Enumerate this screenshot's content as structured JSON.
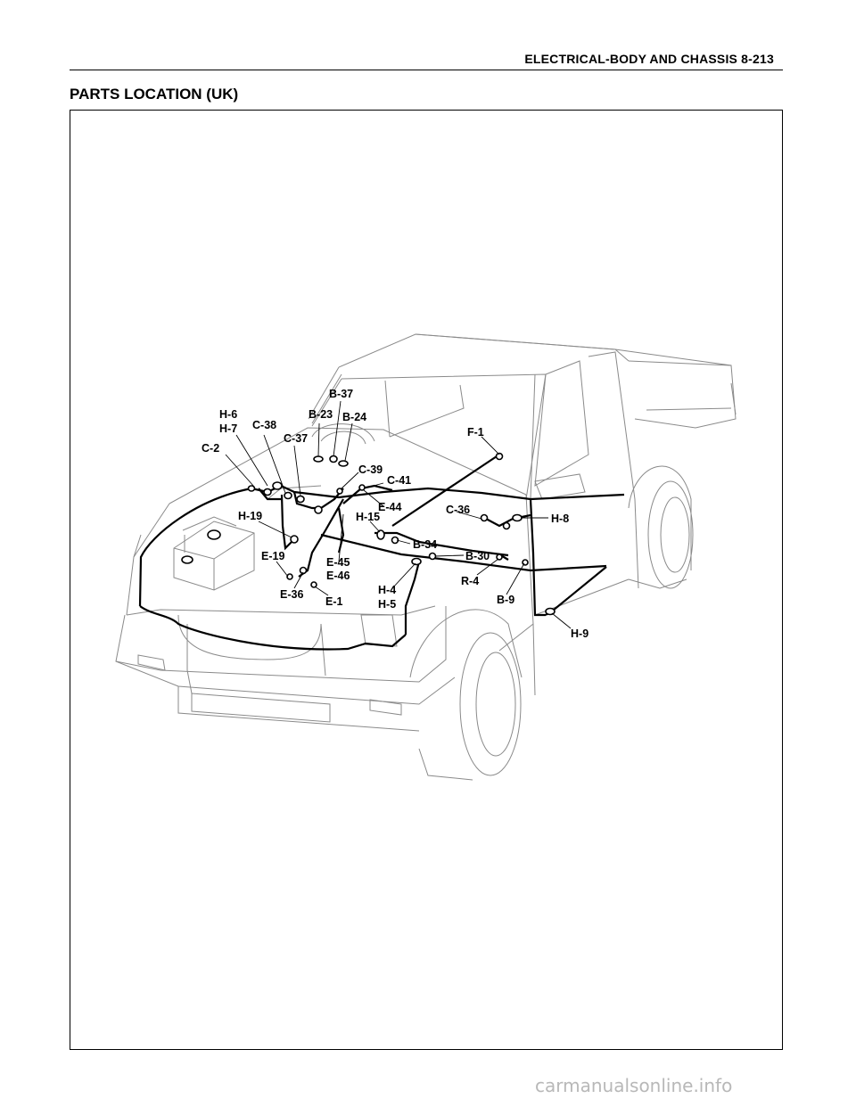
{
  "header": {
    "title": "ELECTRICAL-BODY AND CHASSIS  8-213"
  },
  "section": {
    "title": "PARTS LOCATION (UK)"
  },
  "figure": {
    "labels": {
      "h6": "H-6",
      "h7": "H-7",
      "c38": "C-38",
      "c2": "C-2",
      "b37": "B-37",
      "b23": "B-23",
      "b24": "B-24",
      "c37": "C-37",
      "f1": "F-1",
      "c39": "C-39",
      "c41": "C-41",
      "e44": "E-44",
      "h19": "H-19",
      "h15": "H-15",
      "c36": "C-36",
      "h8": "H-8",
      "b34": "B-34",
      "b30": "B-30",
      "e19": "E-19",
      "e45": "E-45",
      "e46": "E-46",
      "r4": "R-4",
      "h4": "H-4",
      "h5": "H-5",
      "b9": "B-9",
      "e36": "E-36",
      "e1": "E-1",
      "h9": "H-9"
    }
  },
  "watermark": "carmanualsonline.info"
}
